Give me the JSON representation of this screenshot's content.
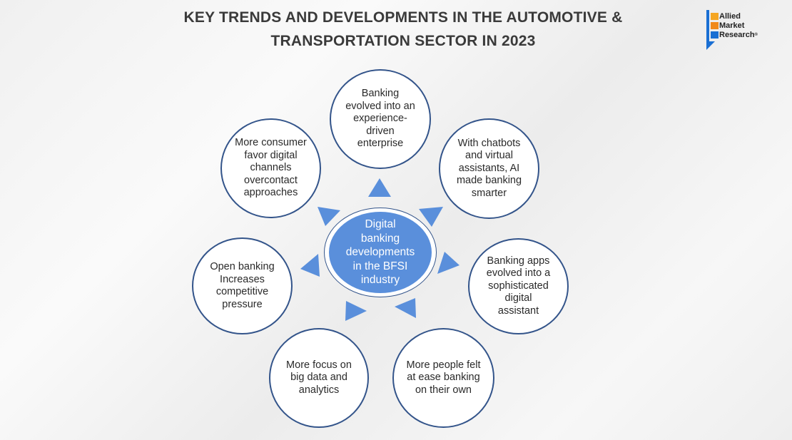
{
  "title": {
    "line1": "KEY TRENDS AND DEVELOPMENTS IN THE AUTOMOTIVE &",
    "line2": "TRANSPORTATION SECTOR IN 2023"
  },
  "logo": {
    "line1": "Allied",
    "line2": "Market",
    "line3": "Research",
    "mark": "®"
  },
  "center": {
    "lines": [
      "Digital",
      "banking",
      "developments",
      "in the BFSI",
      "industry"
    ]
  },
  "nodes": {
    "top": [
      "Banking",
      "evolved into an",
      "experience-",
      "driven",
      "enterprise"
    ],
    "top_right": [
      "With chatbots",
      "and virtual",
      "assistants, AI",
      "made banking",
      "smarter"
    ],
    "right": [
      "Banking apps",
      "evolved into a",
      "sophisticated",
      "digital",
      "assistant"
    ],
    "bottom_right": [
      "More people felt",
      "at ease banking",
      "on their own"
    ],
    "bottom_left": [
      "More focus on",
      "big data and",
      "analytics"
    ],
    "left": [
      "Open banking",
      "Increases",
      "competitive",
      "pressure"
    ],
    "top_left": [
      "More consumer",
      "favor digital",
      "channels",
      "overcontact",
      "approaches"
    ]
  },
  "colors": {
    "circle_border": "#33548a",
    "arrow": "#5a8fdb",
    "center_fill": "#5a8fdb",
    "title": "#3a3a3a",
    "logo_blue": "#1a6fd3",
    "logo_orange": "#f5a623"
  }
}
